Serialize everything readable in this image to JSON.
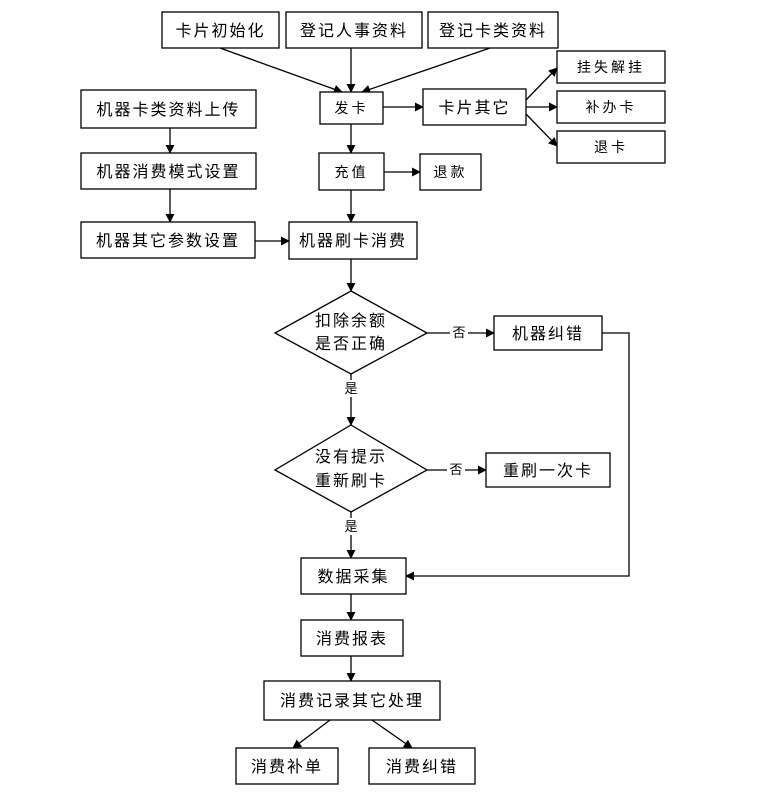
{
  "nodes": {
    "card_init": "卡片初始化",
    "register_hr": "登记人事资料",
    "register_card_type": "登记卡类资料",
    "issue_card": "发卡",
    "card_other": "卡片其它",
    "report_unlock": "挂失解挂",
    "reissue_card": "补办卡",
    "return_card": "退卡",
    "upload_card_type": "机器卡类资料上传",
    "consume_mode": "机器消费模式设置",
    "other_params": "机器其它参数设置",
    "recharge": "充值",
    "refund": "退款",
    "swipe_consume": "机器刷卡消费",
    "check_balance_l1": "扣除余额",
    "check_balance_l2": "是否正确",
    "machine_correct": "机器纠错",
    "no_prompt_l1": "没有提示",
    "no_prompt_l2": "重新刷卡",
    "reswipe_once": "重刷一次卡",
    "data_collect": "数据采集",
    "consume_report": "消费报表",
    "consume_other": "消费记录其它处理",
    "consume_supplement": "消费补单",
    "consume_correct": "消费纠错"
  },
  "edge_labels": {
    "yes": "是",
    "no": "否"
  }
}
